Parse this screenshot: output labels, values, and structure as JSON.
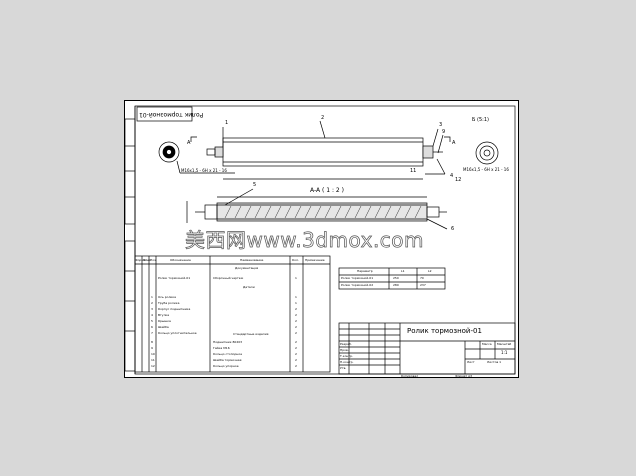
{
  "drawing": {
    "rotated_stamp": "Ролик тормозной-01",
    "title": "Ролик тормозной-01",
    "view_label": "A-A ( 1 : 2 )",
    "callouts": {
      "c1": "1",
      "c2": "2",
      "c3": "3",
      "c4": "4",
      "c5": "5",
      "c6": "6",
      "c9": "9",
      "c11": "11",
      "c12": "12",
      "view_a_left": "A",
      "view_a_right": "A"
    },
    "detail_label": "Б (5:1)",
    "thread_left": "M16x1,5 - 6H x 21 - 16",
    "thread_right": "M16x1,5 - 6H x 21 - 16"
  },
  "bom": {
    "headers": [
      "Формат",
      "Зона",
      "Поз.",
      "Обозначение",
      "Наименование",
      "Кол.",
      "Примечание"
    ],
    "section_docs": "Документация",
    "section_parts": "Детали",
    "section_std": "Стандартные изделия",
    "rows": [
      {
        "pos": "",
        "designation": "Ролик тормозной-01",
        "name": "Сборочный чертеж",
        "qty": "1"
      },
      {
        "pos": "1",
        "designation": "Ось ролика",
        "name": "",
        "qty": "1"
      },
      {
        "pos": "2",
        "designation": "Труба ролика",
        "name": "",
        "qty": "1"
      },
      {
        "pos": "3",
        "designation": "Корпус подшипника",
        "name": "",
        "qty": "2"
      },
      {
        "pos": "4",
        "designation": "Втулка",
        "name": "",
        "qty": "2"
      },
      {
        "pos": "5",
        "designation": "Крышка",
        "name": "",
        "qty": "2"
      },
      {
        "pos": "6",
        "designation": "Шайба",
        "name": "",
        "qty": "2"
      },
      {
        "pos": "7",
        "designation": "Кольцо уплотнительное",
        "name": "",
        "qty": "2"
      },
      {
        "pos": "8",
        "designation": "",
        "name": "Подшипник 80203",
        "qty": "2"
      },
      {
        "pos": "9",
        "designation": "",
        "name": "Гайка М16",
        "qty": "2"
      },
      {
        "pos": "10",
        "designation": "",
        "name": "Кольцо стопорное",
        "qty": "2"
      },
      {
        "pos": "11",
        "designation": "",
        "name": "Шайба тормозная",
        "qty": "2"
      },
      {
        "pos": "12",
        "designation": "",
        "name": "Кольцо упорное",
        "qty": "2"
      }
    ]
  },
  "param_table": {
    "headers": [
      "Параметр",
      "L1",
      "L2"
    ],
    "rows": [
      [
        "Ролик тормозной-01",
        "250",
        "70"
      ],
      [
        "Ролик тормозной-02",
        "280",
        "237"
      ]
    ]
  },
  "title_block": {
    "mass": "Масса",
    "scale_label": "Масштаб",
    "scale": "1:1",
    "sheet": "Лист",
    "sheets": "Листов 1",
    "copied": "Копировал",
    "format": "Формат А3",
    "roles": [
      "Разраб.",
      "Пров.",
      "Т.контр.",
      "Н.контр.",
      "Утв."
    ]
  },
  "watermark": "美西网www.3dmox.com"
}
